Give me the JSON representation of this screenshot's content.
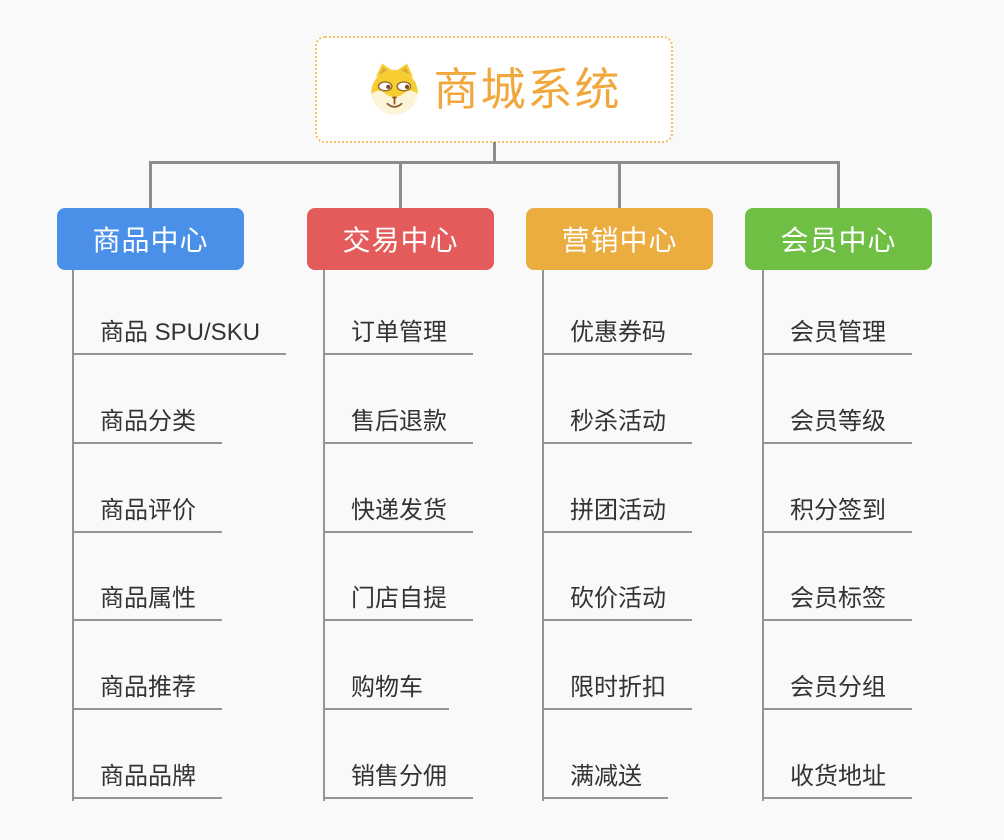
{
  "root": {
    "title": "商城系统",
    "icon": "shiba-dog-icon",
    "border_color": "#f2c062",
    "title_color": "#f0a73c"
  },
  "colors": {
    "background": "#f9f9f9",
    "connector": "#8c8c8c",
    "leaf_line": "#949494",
    "leaf_text": "#333333"
  },
  "branches": [
    {
      "name": "product-center",
      "label": "商品中心",
      "color": "#4a90e8",
      "children": [
        "商品 SPU/SKU",
        "商品分类",
        "商品评价",
        "商品属性",
        "商品推荐",
        "商品品牌"
      ]
    },
    {
      "name": "trade-center",
      "label": "交易中心",
      "color": "#e45b5b",
      "children": [
        "订单管理",
        "售后退款",
        "快递发货",
        "门店自提",
        "购物车",
        "销售分佣"
      ]
    },
    {
      "name": "marketing-center",
      "label": "营销中心",
      "color": "#ebac40",
      "children": [
        "优惠券码",
        "秒杀活动",
        "拼团活动",
        "砍价活动",
        "限时折扣",
        "满减送"
      ]
    },
    {
      "name": "member-center",
      "label": "会员中心",
      "color": "#6fbf45",
      "children": [
        "会员管理",
        "会员等级",
        "积分签到",
        "会员标签",
        "会员分组",
        "收货地址"
      ]
    }
  ]
}
